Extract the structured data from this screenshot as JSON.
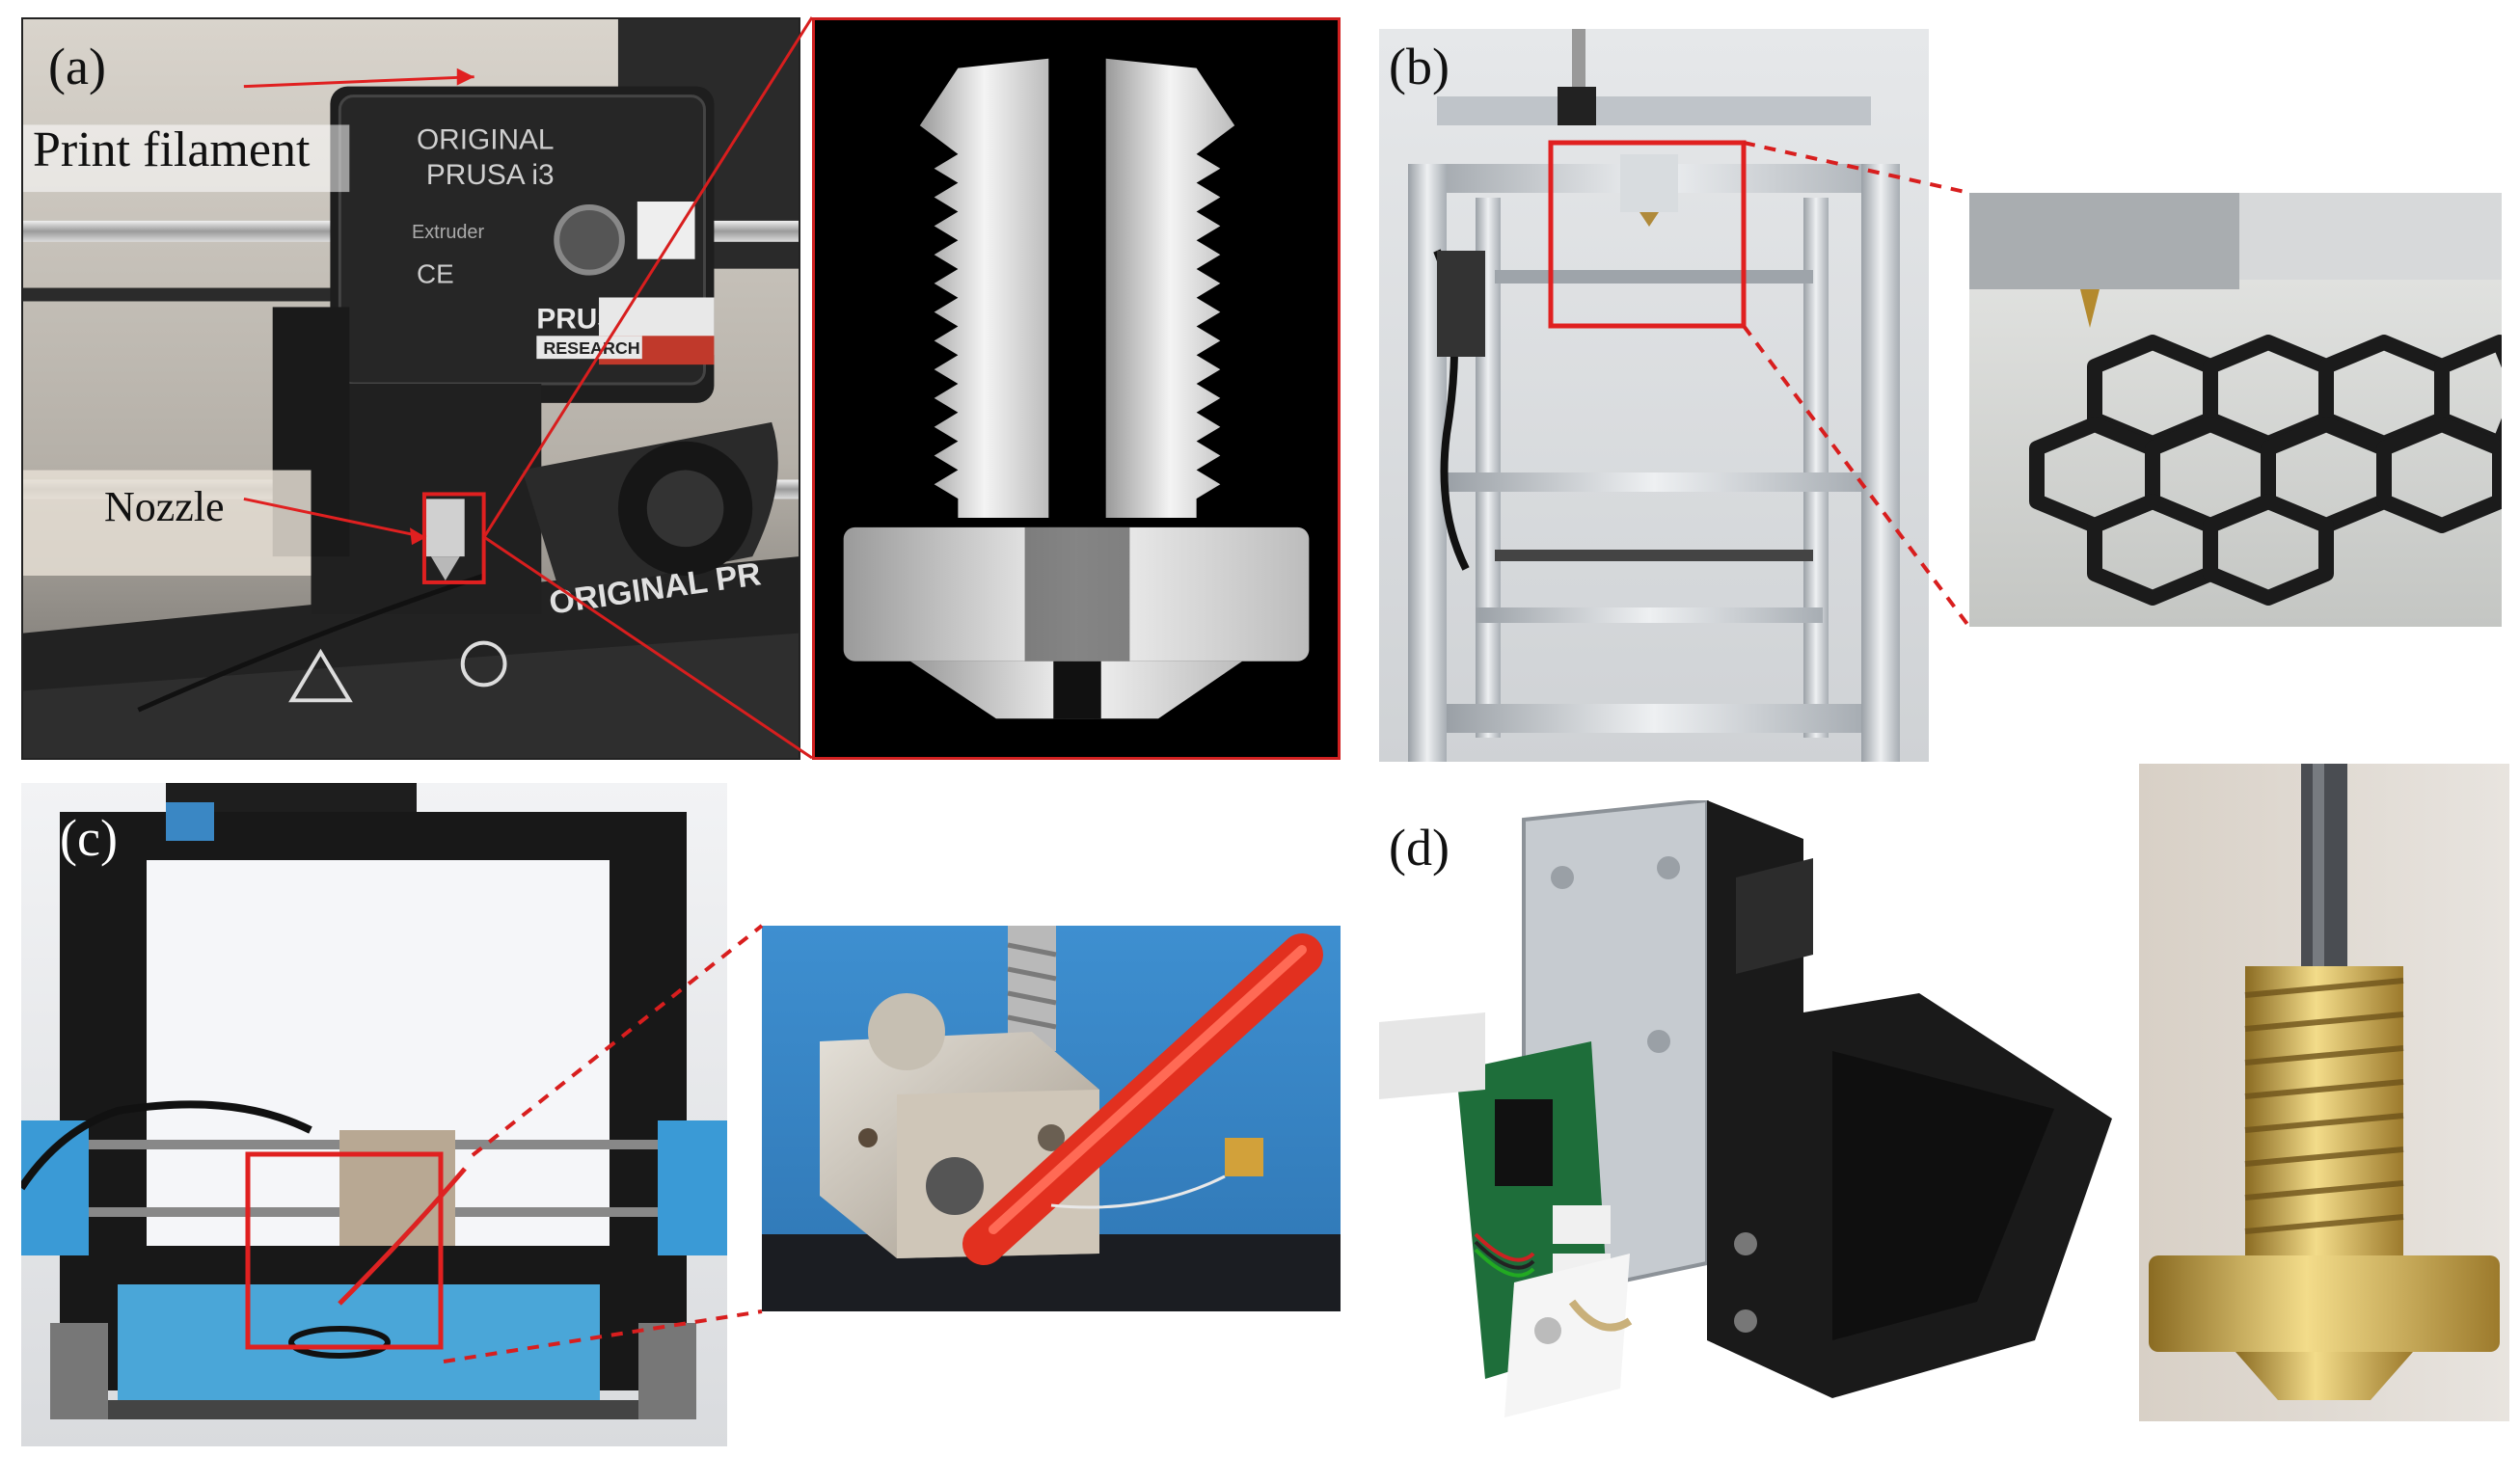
{
  "panels": {
    "a": {
      "label": "(a)",
      "annotation_filament": "Print filament",
      "annotation_nozzle": "Nozzle",
      "motor_text": [
        "ORIGINAL",
        "PRUSA i3",
        "Extruder",
        "CE"
      ],
      "badge_text": [
        "PRUSA",
        "RESEARCH"
      ],
      "bed_text": "ORIGINAL PR"
    },
    "b": {
      "label": "(b)"
    },
    "c": {
      "label": "(c)"
    },
    "d": {
      "label": "(d)"
    }
  },
  "colors": {
    "highlight_box": "#e02020",
    "label_dark": "#111111",
    "label_light": "#ffffff",
    "brass": "#c9a24a",
    "aluminum": "#c8cdd2",
    "printer_black": "#1c1c1c"
  }
}
